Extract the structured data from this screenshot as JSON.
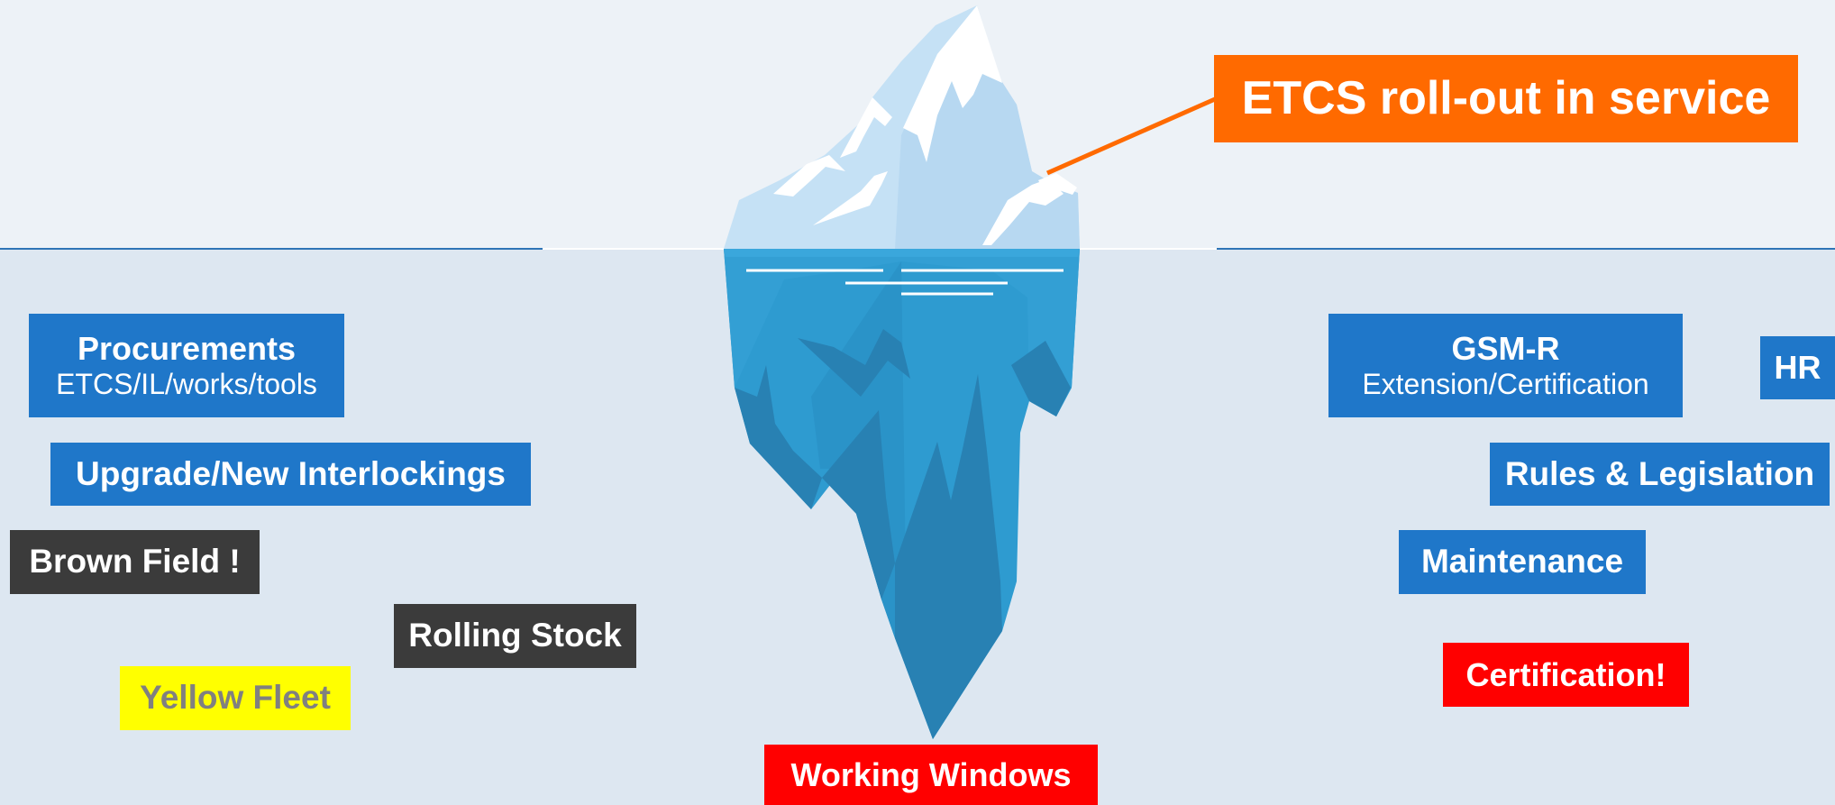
{
  "title": "ETCS roll-out in service",
  "left_items": {
    "procurements_title": "Procurements",
    "procurements_sub": "ETCS/IL/works/tools",
    "interlockings": "Upgrade/New Interlockings",
    "brown_field": "Brown Field !",
    "rolling_stock": "Rolling Stock",
    "yellow_fleet": "Yellow Fleet"
  },
  "bottom_item": "Working Windows",
  "right_items": {
    "gsmr_title": "GSM-R",
    "gsmr_sub": "Extension/Certification",
    "hr": "HR",
    "rules": "Rules & Legislation",
    "maintenance": "Maintenance",
    "certification": "Certification!"
  },
  "colors": {
    "blue": "#1f77c9",
    "dark": "#3b3b3b",
    "red": "#ff0000",
    "yellow": "#ffff00",
    "orange": "#ff6a00",
    "water": "#2e9bd0",
    "ice_tip": "#c5e1f5"
  }
}
